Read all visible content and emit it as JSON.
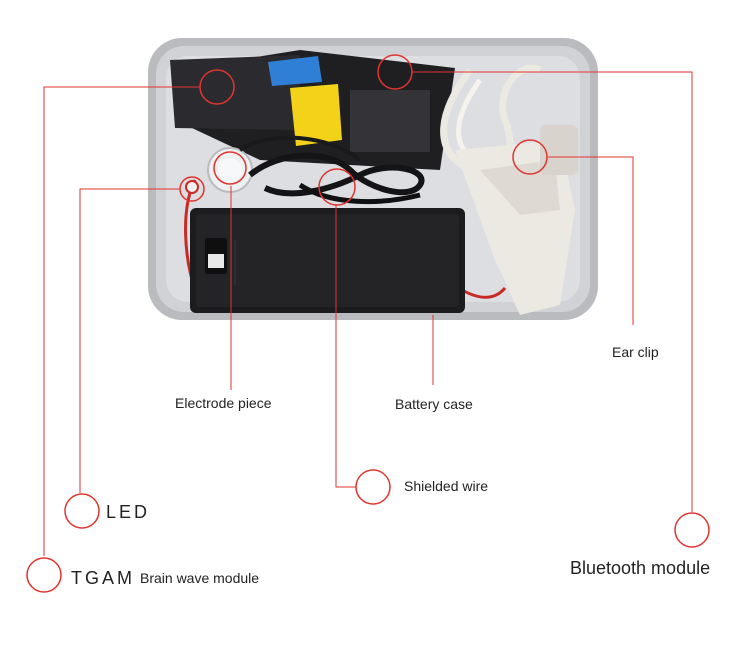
{
  "colors": {
    "leader_line": "#e0342f",
    "tin": "#c9cbcf",
    "battery_case": "#1c1c1e",
    "ear_clip": "#ece8e2",
    "tape": "#2f7fd6",
    "tape_alt": "#f3d21a"
  },
  "labels": {
    "ear_clip": "Ear clip",
    "electrode_piece": "Electrode piece",
    "battery_case": "Battery case",
    "shielded_wire": "Shielded wire",
    "led": "LED",
    "bluetooth_module": "Bluetooth module",
    "tgam": "TGAM",
    "brain_wave_module": "Brain wave module"
  }
}
